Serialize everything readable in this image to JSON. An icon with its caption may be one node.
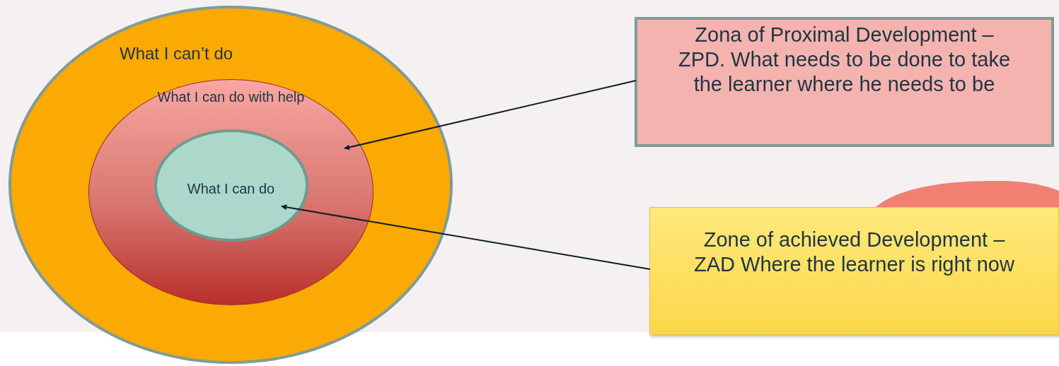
{
  "diagram": {
    "nodes": [
      {
        "text": [
          "What I can’t do"
        ]
      },
      {
        "text": [
          "What I can do with help"
        ],
        "in": 0
      },
      {
        "text": [
          "What I can do"
        ],
        "in": 1
      },
      {
        "text": [
          "Zona of Proximal Development – ZPD. What needs to be done to take the learner where he needs to be"
        ]
      },
      {
        "text": [
          "Zone of achieved Development – ZAD Where the learner is right now"
        ]
      },
      {
        "text": [],
        "shape": "circle"
      }
    ],
    "edges": [
      {
        "from": 3,
        "to": 1,
        "arrow": "to"
      },
      {
        "from": 4,
        "to": 2,
        "arrow": "to"
      }
    ]
  }
}
